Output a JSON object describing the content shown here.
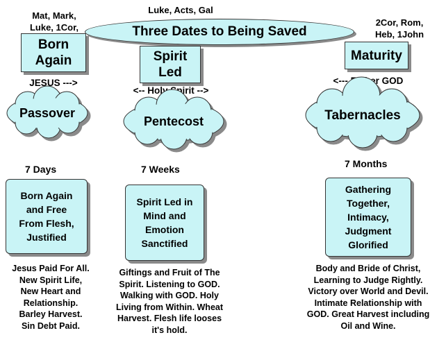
{
  "refs": {
    "left": "Mat, Mark,\nLuke, 1Cor,",
    "center": "Luke, Acts, Gal",
    "right": "2Cor, Rom,\nHeb, 1John"
  },
  "title": "Three Dates to Being Saved",
  "stages": [
    {
      "header": "Born\nAgain",
      "arrow": "JESUS --->",
      "feast": "Passover",
      "duration": "7 Days",
      "summary": "Born Again\nand Free\nFrom Flesh,\nJustified",
      "description": "Jesus Paid For All.\nNew Spirit Life,\nNew Heart and\nRelationship.\nBarley Harvest.\nSin Debt Paid."
    },
    {
      "header": "Spirit\nLed",
      "arrow": "<-- Holy Spirit -->",
      "feast": "Pentecost",
      "duration": "7 Weeks",
      "summary": "Spirit Led in\nMind and\nEmotion\nSanctified",
      "description": "Giftings and Fruit of The\nSpirit. Listening to GOD.\nWalking with GOD. Holy\nLiving from Within. Wheat\nHarvest. Flesh life looses\nit's hold."
    },
    {
      "header": "Maturity",
      "arrow": "<--- Father GOD",
      "feast": "Tabernacles",
      "duration": "7 Months",
      "summary": "Gathering\nTogether,\nIntimacy,\nJudgment\nGlorified",
      "description": "Body and Bride of Christ,\nLearning to Judge Rightly.\nVictory over World and Devil.\nIntimate Relationship with\nGOD.  Great Harvest including\nOil and Wine."
    }
  ]
}
